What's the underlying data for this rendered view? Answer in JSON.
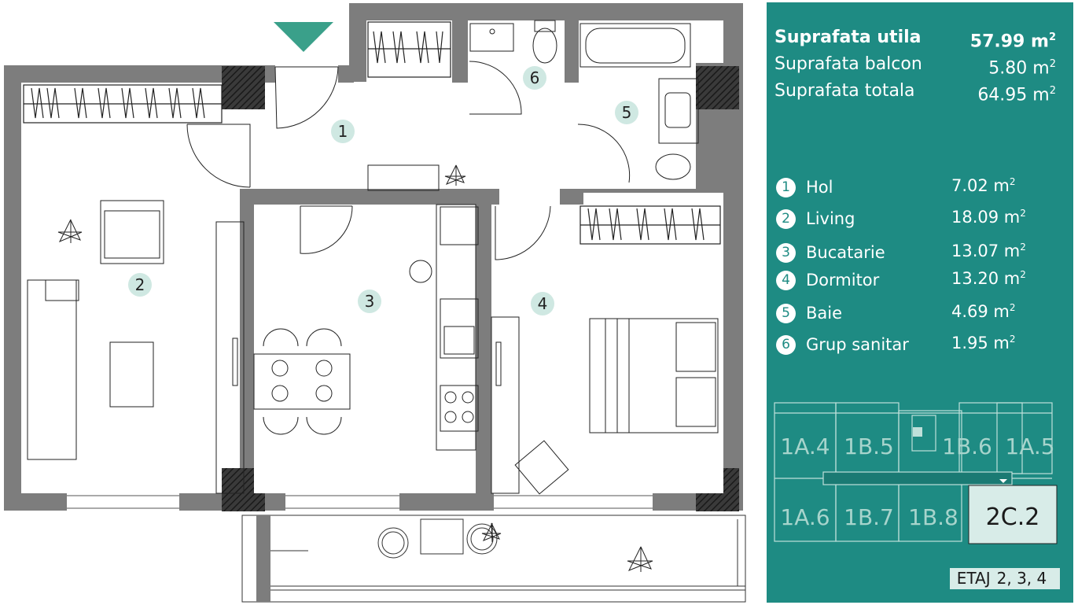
{
  "summary": {
    "utila_label": "Suprafata utila",
    "utila_value": "57.99 m",
    "balcon_label": "Suprafata balcon",
    "balcon_value": "5.80 m",
    "totala_label": "Suprafata totala",
    "totala_value": "64.95 m",
    "unit_exp": "2"
  },
  "rooms": [
    {
      "num": "1",
      "name": "Hol",
      "area": "7.02 m"
    },
    {
      "num": "2",
      "name": "Living",
      "area": "18.09 m"
    },
    {
      "num": "3",
      "name": "Bucatarie",
      "area": "13.07 m"
    },
    {
      "num": "4",
      "name": "Dormitor",
      "area": "13.20 m"
    },
    {
      "num": "5",
      "name": "Baie",
      "area": "4.69 m"
    },
    {
      "num": "6",
      "name": "Grup sanitar",
      "area": "1.95 m"
    }
  ],
  "keyplan": {
    "units_top": [
      "1A.4",
      "1B.5",
      "1B.6",
      "1A.5"
    ],
    "units_bottom": [
      "1A.6",
      "1B.7",
      "1B.8"
    ],
    "highlighted_unit": "2C.2"
  },
  "floors": {
    "label": "ETAJ",
    "value": "2, 3, 4"
  },
  "plan_markers": [
    "1",
    "2",
    "3",
    "4",
    "5",
    "6"
  ],
  "colors": {
    "panel": "#1e8b83",
    "wall": "#7d7d7d",
    "marker": "#cfe8e2",
    "entry_arrow": "#3aa08a",
    "highlight": "#d8ece8"
  }
}
